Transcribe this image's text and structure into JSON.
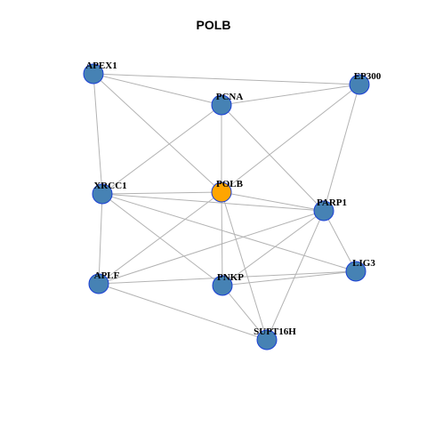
{
  "title": "POLB",
  "colors": {
    "node_default": "#4682b4",
    "node_focus": "#ffa500",
    "node_border": "#1a3fd6",
    "edge": "#b3b3b3"
  },
  "nodes": [
    {
      "id": "APEX1",
      "label": "APEX1",
      "focus": false
    },
    {
      "id": "EP300",
      "label": "EP300",
      "focus": false
    },
    {
      "id": "PCNA",
      "label": "PCNA",
      "focus": false
    },
    {
      "id": "XRCC1",
      "label": "XRCC1",
      "focus": false
    },
    {
      "id": "POLB",
      "label": "POLB",
      "focus": true
    },
    {
      "id": "PARP1",
      "label": "PARP1",
      "focus": false
    },
    {
      "id": "LIG3",
      "label": "LIG3",
      "focus": false
    },
    {
      "id": "APLF",
      "label": "APLF",
      "focus": false
    },
    {
      "id": "PNKP",
      "label": "PNKP",
      "focus": false
    },
    {
      "id": "SUPT16H",
      "label": "SUPT16H",
      "focus": false
    }
  ],
  "edges": [
    [
      "APEX1",
      "EP300"
    ],
    [
      "APEX1",
      "PCNA"
    ],
    [
      "APEX1",
      "XRCC1"
    ],
    [
      "APEX1",
      "POLB"
    ],
    [
      "EP300",
      "PCNA"
    ],
    [
      "EP300",
      "POLB"
    ],
    [
      "EP300",
      "PARP1"
    ],
    [
      "PCNA",
      "XRCC1"
    ],
    [
      "PCNA",
      "POLB"
    ],
    [
      "PCNA",
      "PARP1"
    ],
    [
      "XRCC1",
      "POLB"
    ],
    [
      "XRCC1",
      "PARP1"
    ],
    [
      "XRCC1",
      "LIG3"
    ],
    [
      "XRCC1",
      "APLF"
    ],
    [
      "XRCC1",
      "PNKP"
    ],
    [
      "POLB",
      "PARP1"
    ],
    [
      "POLB",
      "APLF"
    ],
    [
      "POLB",
      "PNKP"
    ],
    [
      "POLB",
      "SUPT16H"
    ],
    [
      "PARP1",
      "LIG3"
    ],
    [
      "PARP1",
      "APLF"
    ],
    [
      "PARP1",
      "PNKP"
    ],
    [
      "PARP1",
      "SUPT16H"
    ],
    [
      "LIG3",
      "APLF"
    ],
    [
      "LIG3",
      "PNKP"
    ],
    [
      "APLF",
      "SUPT16H"
    ],
    [
      "PNKP",
      "SUPT16H"
    ]
  ]
}
